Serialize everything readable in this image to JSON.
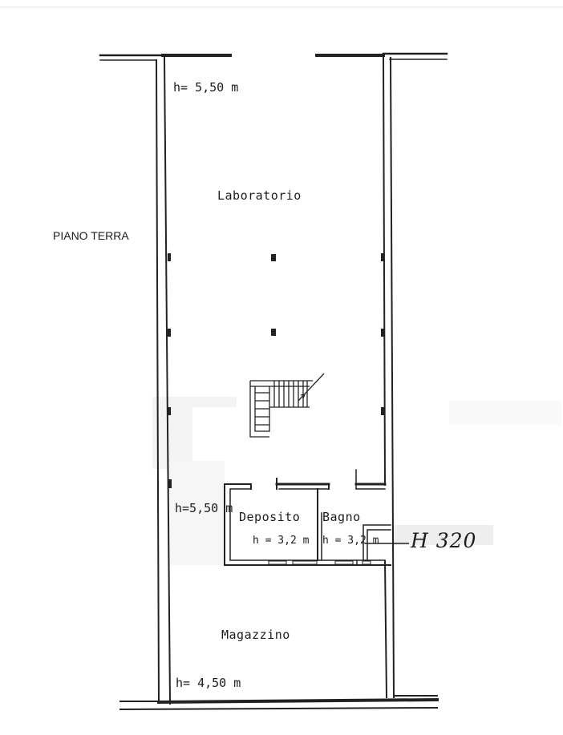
{
  "floor_label": "PIANO TERRA",
  "rooms": {
    "laboratorio": {
      "name": "Laboratorio",
      "height_top": "h= 5,50 m",
      "height_mid": "h=5,50 m"
    },
    "deposito": {
      "name": "Deposito",
      "height": "h = 3,2 m"
    },
    "bagno": {
      "name": "Bagno",
      "height": "h = 3,2 m"
    },
    "magazzino": {
      "name": "Magazzino",
      "height": "h= 4,50 m"
    }
  },
  "annotation": "H 320"
}
